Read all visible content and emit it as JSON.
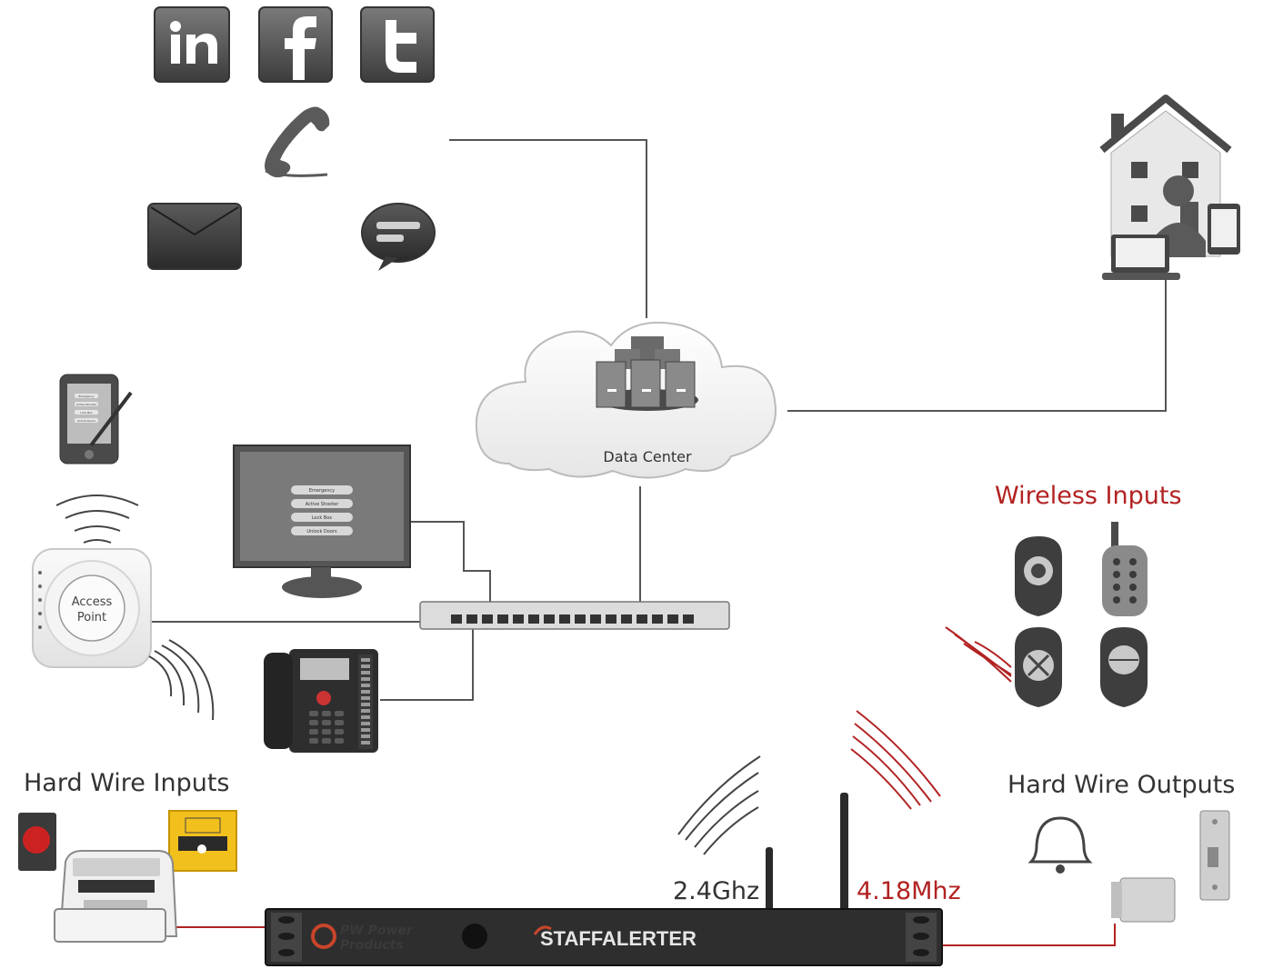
{
  "cloud": {
    "label": "Data Center"
  },
  "access_point": {
    "label_line1": "Access",
    "label_line2": "Point"
  },
  "sections": {
    "wireless_inputs": "Wireless Inputs",
    "hard_wire_inputs": "Hard Wire Inputs",
    "hard_wire_outputs": "Hard Wire Outputs"
  },
  "antennas": {
    "left_freq": "2.4Ghz",
    "right_freq": "4.18Mhz"
  },
  "rack_unit": {
    "brand_line1": "PW Power",
    "brand_line2": "Products",
    "product_name": "STAFFALERTER"
  },
  "monitor_screen": {
    "buttons": [
      "Emergency",
      "Active Shooter",
      "Lock Box",
      "Unlock Doors"
    ]
  },
  "pda_screen": {
    "buttons": [
      "Emergency",
      "Active Shooter",
      "Lock Box",
      "Unlock Doors"
    ]
  },
  "social_icons": [
    "linkedin-icon",
    "facebook-icon",
    "twitter-icon"
  ],
  "colors": {
    "accent_red": "#b22222",
    "line_gray": "#555555",
    "icon_gray": "#4a4a4a"
  }
}
